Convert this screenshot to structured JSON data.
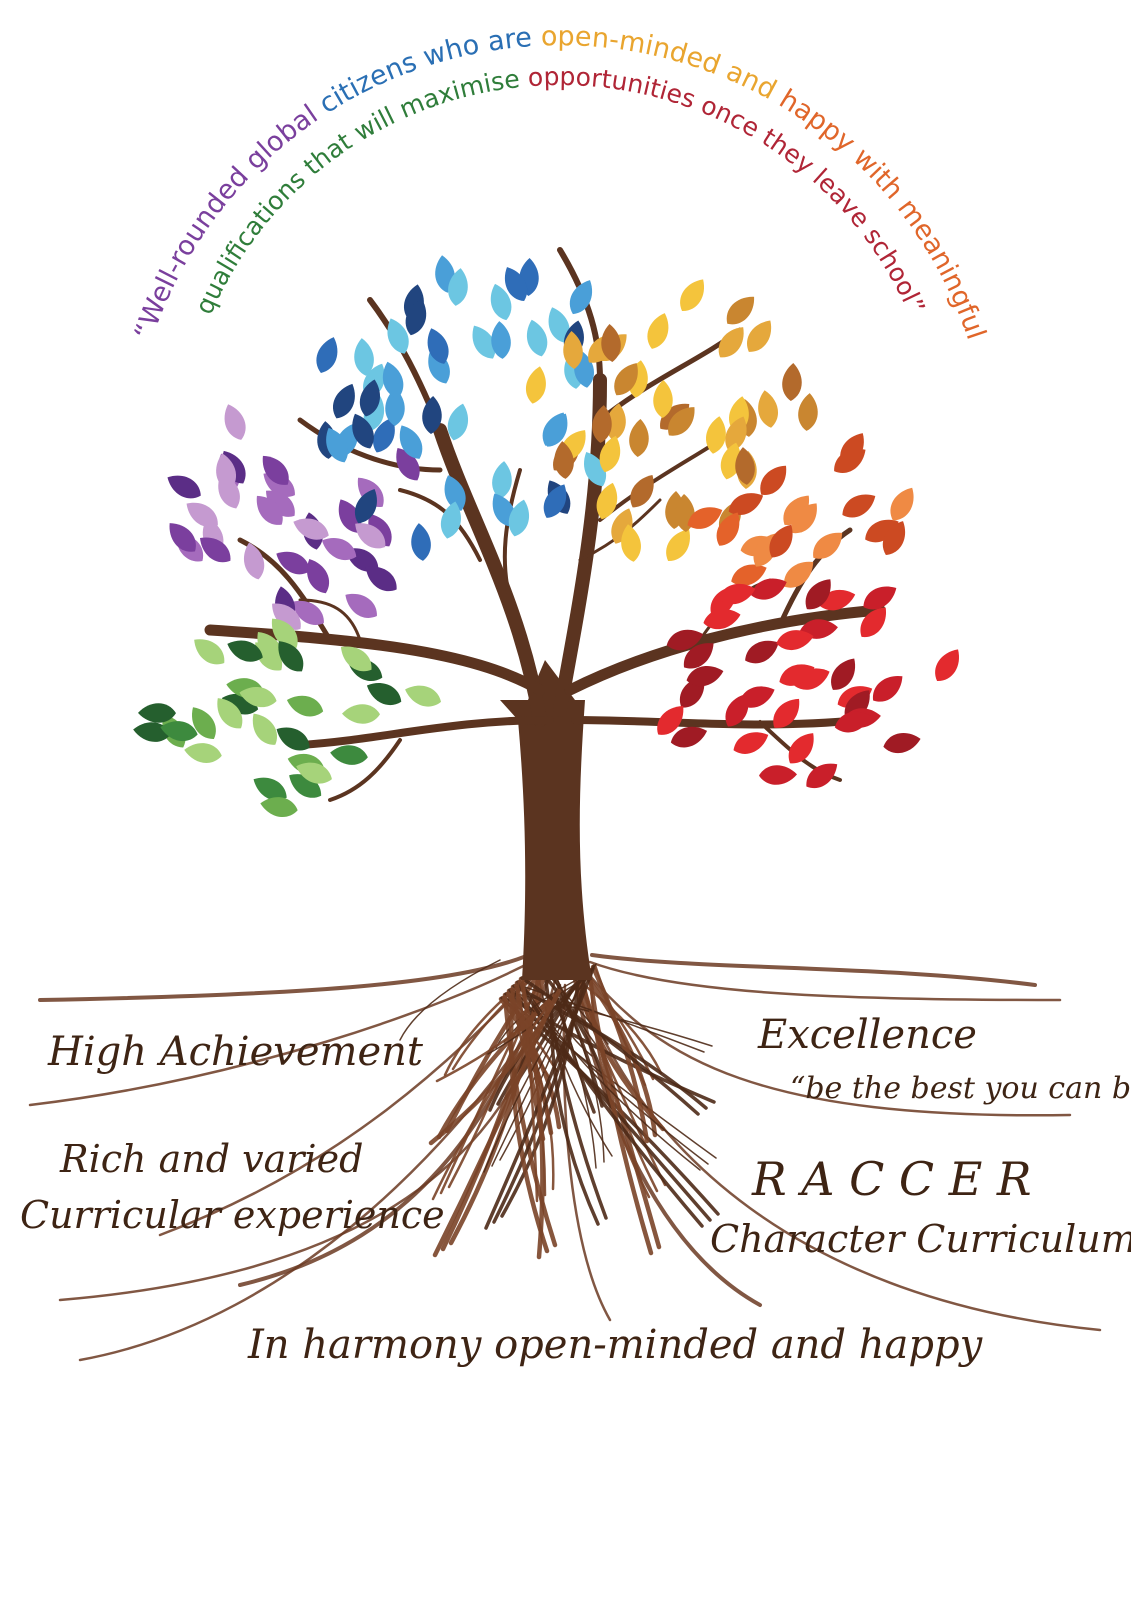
{
  "motto": {
    "line1": [
      {
        "text": "“Well-rounded global ",
        "color": "#7a3f9d"
      },
      {
        "text": "citizens who are ",
        "color": "#2a6fb4"
      },
      {
        "text": "open-minded and ",
        "color": "#e9a52f"
      },
      {
        "text": "happy with meaningful",
        "color": "#e0662a"
      }
    ],
    "line2": [
      {
        "text": "qualifications that will maximise ",
        "color": "#2f7d3a"
      },
      {
        "text": "opportunities once they leave school”",
        "color": "#b02536"
      }
    ]
  },
  "roots": {
    "left_top": "High Achievement",
    "left_bottom_1": "Rich and varied",
    "left_bottom_2": "Curricular experience",
    "right_top_1": "Excellence",
    "right_top_2": "“be the best you can be”",
    "right_bottom_1": "R A C C E R",
    "right_bottom_2": "Character Curriculum",
    "bottom": "In harmony open-minded and happy"
  },
  "colors": {
    "trunk": "#5b3420",
    "root": "#6b3a22",
    "label": "#3e2414",
    "purple_leaves": [
      "#c59ad0",
      "#a56bbd",
      "#7b3f9e",
      "#5b2d86"
    ],
    "blue_leaves": [
      "#6cc6e2",
      "#4a9fd8",
      "#2f6db8",
      "#21457f"
    ],
    "yellow_leaves": [
      "#f4c43c",
      "#e5a83c",
      "#c98630",
      "#b36a2c"
    ],
    "orange_leaves": [
      "#ef8a44",
      "#e4622a",
      "#cc4a22"
    ],
    "red_leaves": [
      "#e32a2e",
      "#c91f2a",
      "#a01b24"
    ],
    "green_leaves": [
      "#a6d37a",
      "#6cae4e",
      "#3d8a3e",
      "#255f2e"
    ]
  }
}
